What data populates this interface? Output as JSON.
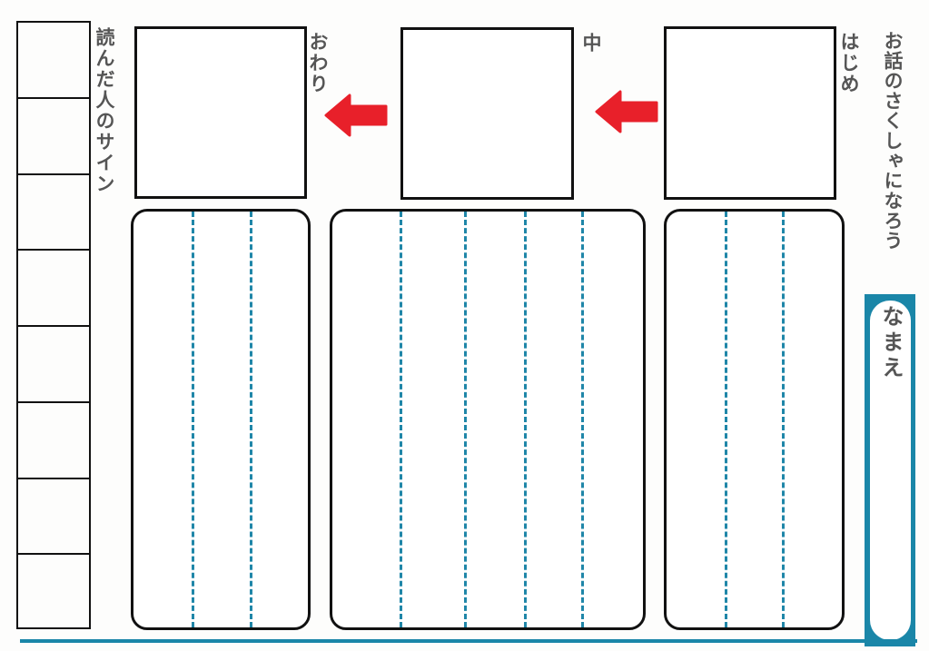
{
  "title": "お話のさくしゃになろう",
  "name_label": "なまえ",
  "signature_label": "読んだ人のサイン",
  "sections": [
    {
      "label": "はじめ"
    },
    {
      "label": "中"
    },
    {
      "label": "おわり"
    }
  ],
  "signature_cells": 8,
  "colors": {
    "accent": "#1a86a8",
    "arrow": "#e8202a",
    "guide": "#1f86a8",
    "label": "#555555"
  },
  "icons": [
    "left-arrow-icon",
    "left-arrow-icon"
  ]
}
